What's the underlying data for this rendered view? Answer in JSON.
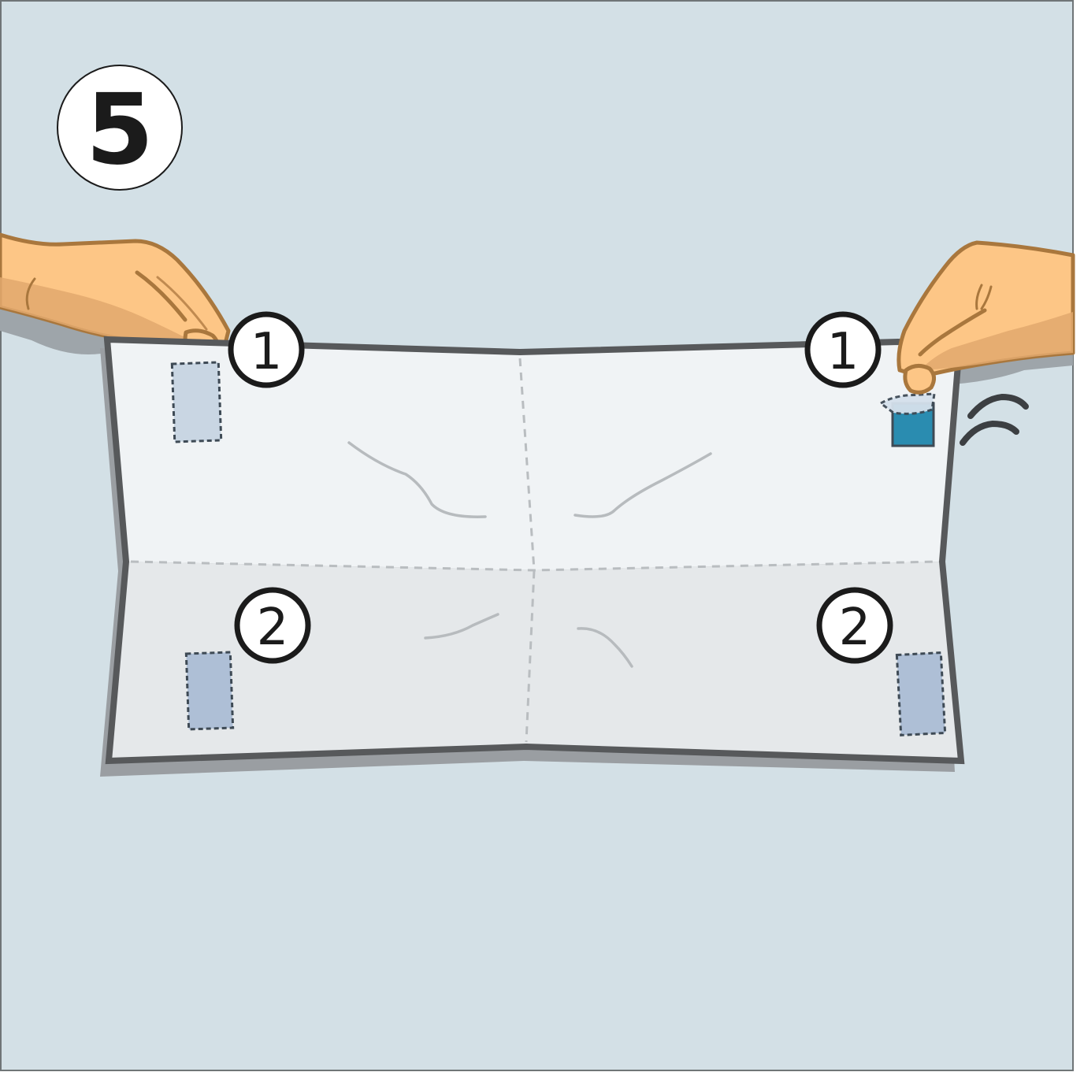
{
  "step": {
    "number": "5"
  },
  "markers": {
    "top_left": "1",
    "top_right": "1",
    "bottom_left": "2",
    "bottom_right": "2"
  },
  "colors": {
    "background": "#d3e0e6",
    "frame": "#6f7577",
    "sheet_top": "#f0f3f5",
    "sheet_bottom": "#e5e8ea",
    "sheet_outline": "#57595b",
    "sheet_shadow": "#9a9ea2",
    "fold_line": "#b9bdc0",
    "crease": "#b7bbbe",
    "tab_light": "#c9d6e3",
    "tab_mid": "#aebfd6",
    "tab_active": "#2a8cb0",
    "tab_outline": "#3e4a55",
    "skin": "#fdc686",
    "skin_shade": "#e2a86d",
    "skin_outline": "#a9773d",
    "hand_shadow": "#9ea5aa",
    "marker_fill": "#ffffff",
    "marker_outline": "#1b1b1b",
    "motion_lines": "#3c3f42"
  },
  "icons": {
    "left_hand": "hand-pinch-icon",
    "right_hand": "hand-pinch-icon",
    "peel_motion": "motion-arcs-icon"
  }
}
